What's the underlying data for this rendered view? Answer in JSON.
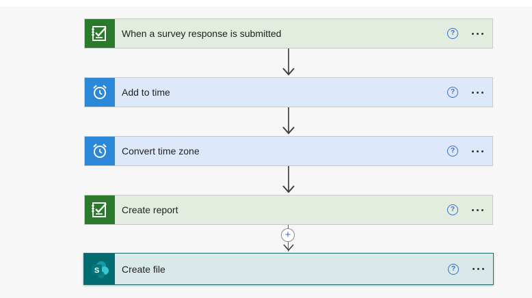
{
  "flow": {
    "steps": [
      {
        "title": "When a survey response is submitted",
        "icon": "forms-icon",
        "kind": "forms"
      },
      {
        "title": "Add to time",
        "icon": "alarm-clock-icon",
        "kind": "time"
      },
      {
        "title": "Convert time zone",
        "icon": "alarm-clock-icon",
        "kind": "time"
      },
      {
        "title": "Create report",
        "icon": "forms-icon",
        "kind": "forms"
      },
      {
        "title": "Create file",
        "icon": "sharepoint-icon",
        "kind": "sp"
      }
    ],
    "help_glyph": "?",
    "insert_glyph": "+",
    "sharepoint_letter": "S"
  },
  "colors": {
    "forms_accent": "#2b7a2b",
    "time_accent": "#2b88d8",
    "sharepoint_accent": "#036c70",
    "forms_card_bg": "#e2ede0",
    "time_card_bg": "#dde9fa",
    "sharepoint_card_bg": "#d9e8e8"
  }
}
